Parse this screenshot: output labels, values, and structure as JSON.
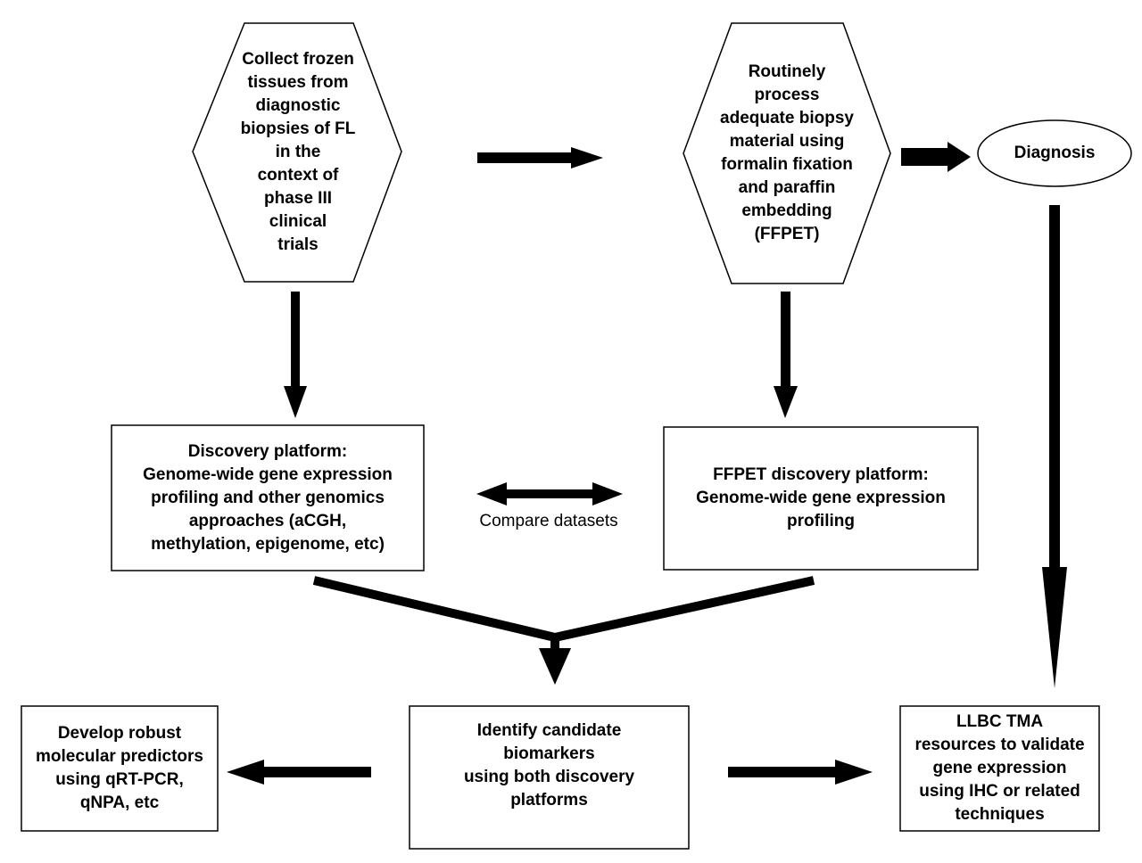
{
  "nodes": {
    "collect_tissues": "Collect frozen\ntissues from\ndiagnostic\nbiopsies of FL\nin the\ncontext of\nphase III\nclinical\ntrials",
    "routine_process": "Routinely\nprocess\nadequate biopsy\nmaterial using\nformalin fixation\nand paraffin\nembedding\n(FFPET)",
    "diagnosis": "Diagnosis",
    "discovery_platform": "Discovery platform:\nGenome-wide gene expression\nprofiling and other genomics\napproaches (aCGH,\nmethylation, epigenome, etc)",
    "ffpet_platform": "FFPET discovery platform:\nGenome-wide gene expression\nprofiling",
    "develop_predictors": "Develop robust\nmolecular predictors\nusing qRT-PCR,\nqNPA, etc",
    "identify_biomarkers": "Identify candidate\nbiomarkers\nusing both discovery\nplatforms",
    "llbc_tma": "LLBC TMA\nresources to validate\ngene expression\nusing IHC or related\ntechniques"
  },
  "labels": {
    "compare_datasets": "Compare datasets"
  }
}
